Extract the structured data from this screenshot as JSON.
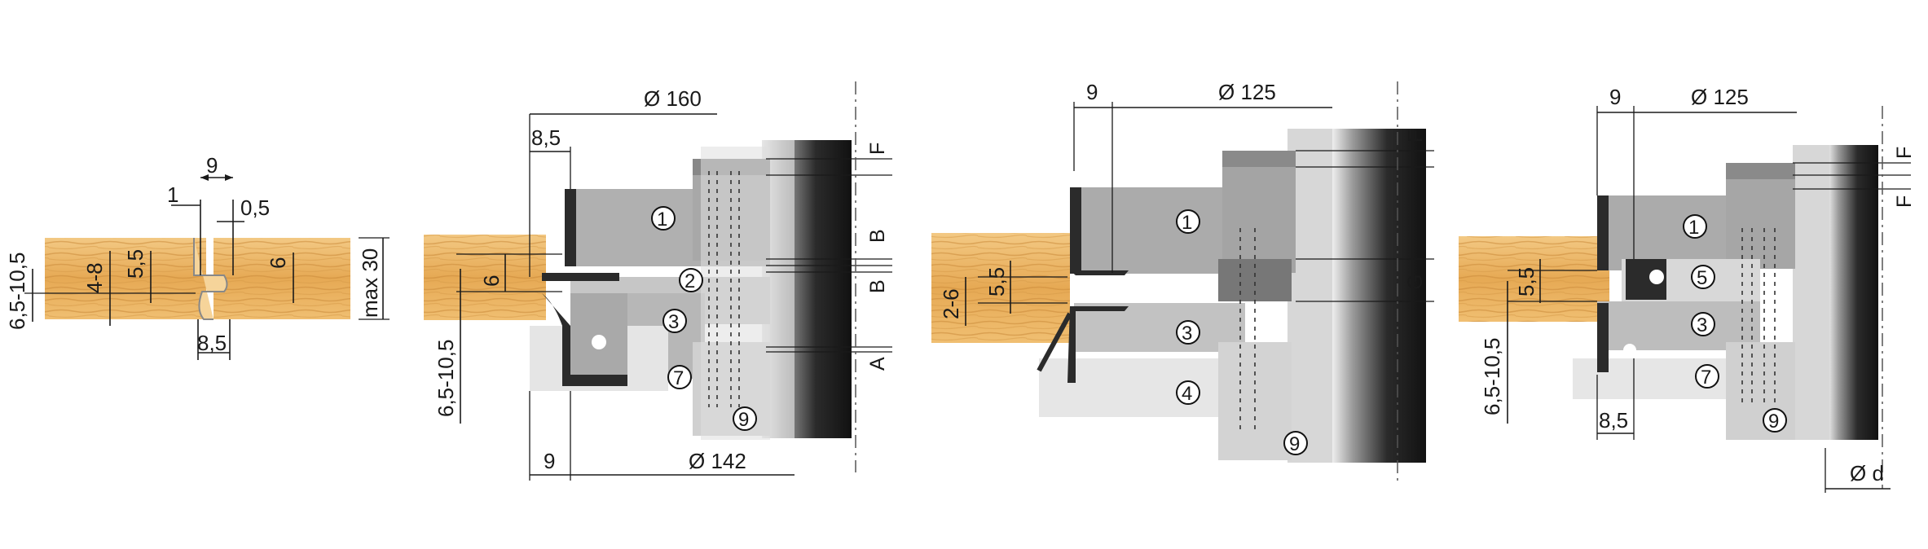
{
  "colors": {
    "wood_light": "#f2c27a",
    "wood_mid": "#e0a24e",
    "wood_dark": "#c88434",
    "steel_light": "#d9d9d9",
    "steel_mid": "#b3b3b3",
    "steel_dark": "#8c8c8c",
    "blade": "#2a2a2a",
    "spacer": "#e8e8e8"
  },
  "views": {
    "profile": {
      "dim_width": "9",
      "dim_gap": "1",
      "dim_gap2": "0,5",
      "dim_tongue": "4-8",
      "dim_depth": "5,5",
      "dim_groove": "6",
      "dim_board": "6,5-10,5",
      "dim_max": "max 30",
      "dim_bottom": "8,5"
    },
    "tool1": {
      "dim_dia_top": "Ø 160",
      "dim_top": "8,5",
      "dim_groove": "6",
      "dim_board": "6,5-10,5",
      "dim_bottom_w": "9",
      "dim_dia_bottom": "Ø 142",
      "dim_f": "F",
      "dim_b1": "B",
      "dim_b2": "B",
      "dim_a": "A",
      "parts": [
        "1",
        "2",
        "3",
        "7",
        "9"
      ]
    },
    "tool2": {
      "dim_top": "9",
      "dim_dia": "Ø 125",
      "dim_f": "F",
      "dim_g": "G",
      "dim_range": "2-6",
      "dim_depth": "5,5",
      "parts": [
        "1",
        "3",
        "4",
        "9"
      ]
    },
    "tool3": {
      "dim_top": "9",
      "dim_dia": "Ø 125",
      "dim_f1": "F",
      "dim_f2": "F",
      "dim_depth": "5,5",
      "dim_board": "6,5-10,5",
      "dim_bottom": "8,5",
      "dim_d": "Ø d",
      "parts": [
        "1",
        "5",
        "3",
        "7",
        "9"
      ]
    }
  }
}
